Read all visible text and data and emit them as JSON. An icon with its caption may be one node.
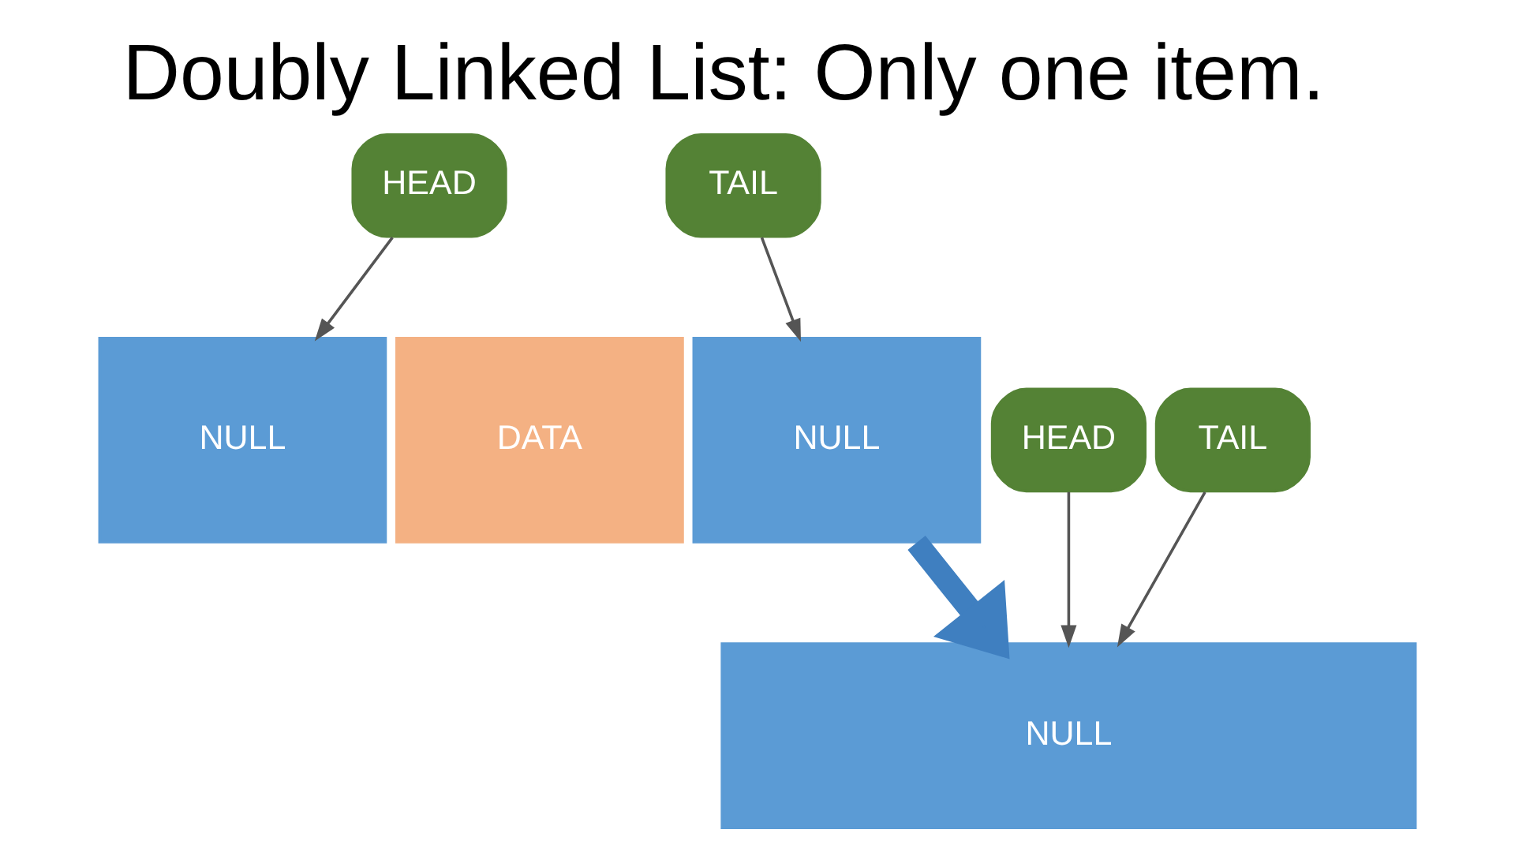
{
  "diagram": {
    "title": "Doubly Linked List: Only one item.",
    "nodes": [
      {
        "text": [
          "HEAD"
        ]
      },
      {
        "text": [
          "TAIL"
        ]
      },
      {
        "text": [
          "NULL"
        ]
      },
      {
        "text": [
          "DATA"
        ]
      },
      {
        "text": [
          "NULL"
        ]
      },
      {
        "text": [
          "HEAD"
        ]
      },
      {
        "text": [
          "TAIL"
        ]
      },
      {
        "text": [
          "NULL"
        ]
      }
    ],
    "edges": [
      {
        "from": 0,
        "to": 2,
        "arrow": "to"
      },
      {
        "from": 1,
        "to": 4,
        "arrow": "to"
      },
      {
        "from": 4,
        "to": 7,
        "arrow": "to",
        "style": "thick",
        "color": "#3f7fc0"
      },
      {
        "from": 5,
        "to": 7,
        "arrow": "to"
      },
      {
        "from": 6,
        "to": 7,
        "arrow": "to"
      }
    ]
  }
}
